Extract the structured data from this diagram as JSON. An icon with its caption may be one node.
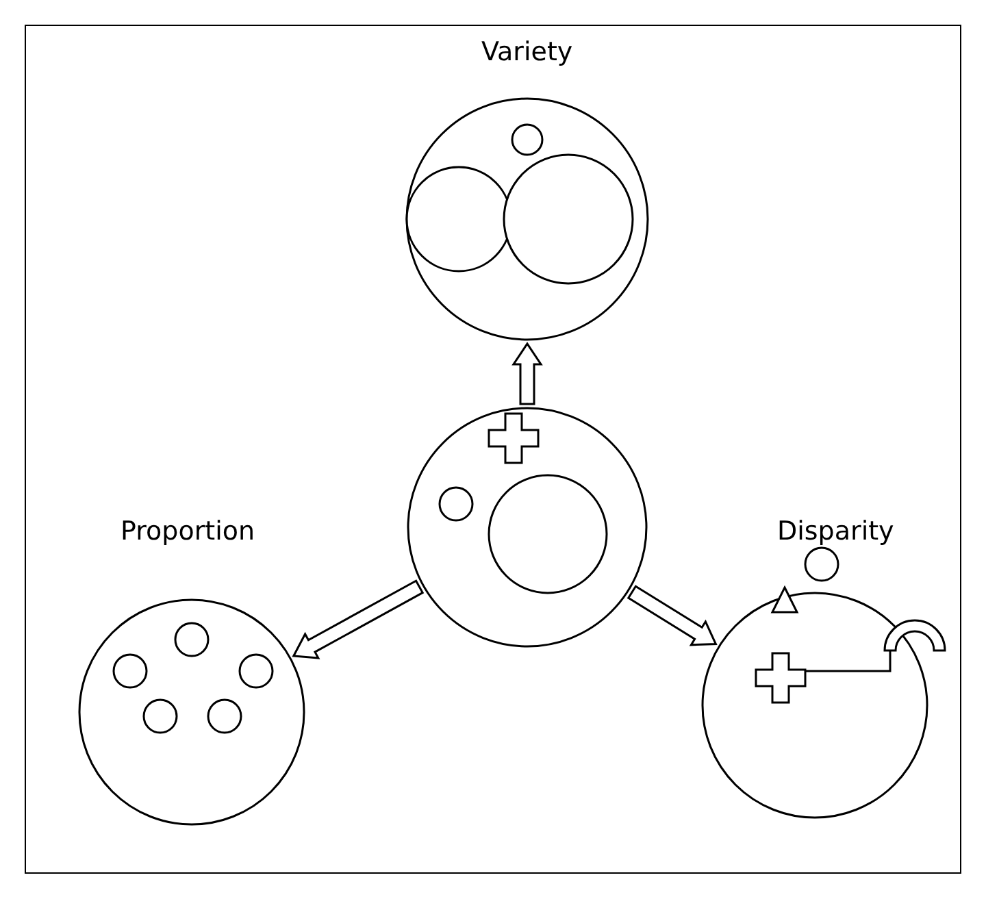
{
  "diagram": {
    "nodes": [
      {
        "text": [
          "Variety"
        ]
      },
      {
        "text": [],
        "shape": "circle"
      },
      {
        "text": [
          "Proportion"
        ]
      },
      {
        "text": [
          "Disparity"
        ]
      }
    ],
    "edges": [
      {
        "from": 1,
        "to": 0,
        "arrow": "to"
      },
      {
        "from": 1,
        "to": 2,
        "arrow": "to"
      },
      {
        "from": 1,
        "to": 3,
        "arrow": "to"
      }
    ]
  }
}
